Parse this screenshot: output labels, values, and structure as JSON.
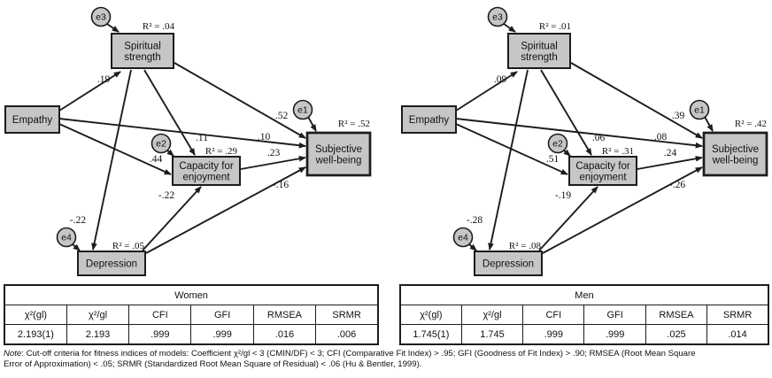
{
  "figure": {
    "background": "#ffffff",
    "box_fill": "#c6c6c6",
    "line_color": "#1c1c1c",
    "diagrams": [
      {
        "group": "Women",
        "nodes": {
          "empathy": {
            "label_lines": [
              "Empathy"
            ]
          },
          "spiritual": {
            "label_lines": [
              "Spiritual",
              "strength"
            ],
            "r2": "R² = .04",
            "error": "e3"
          },
          "capacity": {
            "label_lines": [
              "Capacity for",
              "enjoyment"
            ],
            "r2": "R² = .29",
            "error": "e2"
          },
          "subjective": {
            "label_lines": [
              "Subjective",
              "well-being"
            ],
            "r2": "R² = .52",
            "error": "e1"
          },
          "depression": {
            "label_lines": [
              "Depression"
            ],
            "r2": "R² = .05",
            "error": "e4"
          }
        },
        "coefficients": {
          "empathy-spiritual": ".19",
          "empathy-subjective": ".10",
          "empathy-capacity": ".44",
          "spiritual-subjective": ".52",
          "spiritual-capacity": ".11",
          "spiritual-depression": "-.22",
          "depression-capacity": "-.22",
          "depression-subjective": "-.16",
          "capacity-subjective": ".23"
        }
      },
      {
        "group": "Men",
        "nodes": {
          "empathy": {
            "label_lines": [
              "Empathy"
            ]
          },
          "spiritual": {
            "label_lines": [
              "Spiritual",
              "strength"
            ],
            "r2": "R² = .01",
            "error": "e3"
          },
          "capacity": {
            "label_lines": [
              "Capacity for",
              "enjoyment"
            ],
            "r2": "R² = .31",
            "error": "e2"
          },
          "subjective": {
            "label_lines": [
              "Subjective",
              "well-being"
            ],
            "r2": "R² = .42",
            "error": "e1"
          },
          "depression": {
            "label_lines": [
              "Depression"
            ],
            "r2": "R² = .08",
            "error": "e4"
          }
        },
        "coefficients": {
          "empathy-spiritual": ".09",
          "empathy-subjective": ".08",
          "empathy-capacity": ".51",
          "spiritual-subjective": ".39",
          "spiritual-capacity": ".06",
          "spiritual-depression": "-.28",
          "depression-capacity": "-.19",
          "depression-subjective": "-.26",
          "capacity-subjective": ".24"
        }
      }
    ],
    "tables": [
      {
        "title": "Women",
        "headers": [
          "χ²(gl)",
          "χ²/gl",
          "CFI",
          "GFI",
          "RMSEA",
          "SRMR"
        ],
        "values": [
          "2.193(1)",
          "2.193",
          ".999",
          ".999",
          ".016",
          ".006"
        ]
      },
      {
        "title": "Men",
        "headers": [
          "χ²(gl)",
          "χ²/gl",
          "CFI",
          "GFI",
          "RMSEA",
          "SRMR"
        ],
        "values": [
          "1.745(1)",
          "1.745",
          ".999",
          ".999",
          ".025",
          ".014"
        ]
      }
    ],
    "note": {
      "prefix": "Note",
      "line1": ": Cut-off criteria for fitness indices of models: Coefficient χ²/gl < 3 (CMIN/DF) < 3; CFI (Comparative Fit Index) > .95; GFI (Goodness of Fit Index) > .90; RMSEA (Root Mean Square",
      "line2": "Error of Approximation) < .05; SRMR (Standardized Root Mean Square of Residual) < .06 (Hu & Bentler, 1999)."
    }
  }
}
